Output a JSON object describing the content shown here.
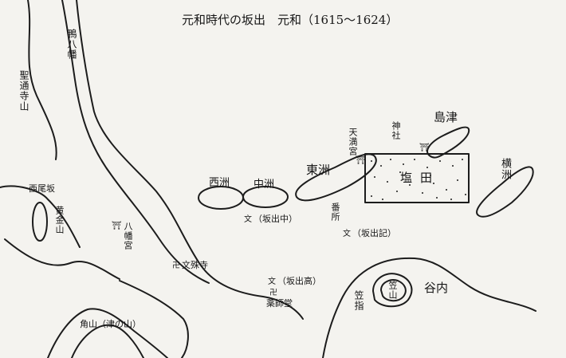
{
  "title": "元和時代の坂出　元和（1615〜1624）",
  "labels": {
    "hokkesha": "鴨八幡",
    "shoten_yama": "聖通寺山",
    "nishi_kita": "西尾坂",
    "nishi_ura": "西洲",
    "naka_su": "中洲",
    "higashi_su": "東洲",
    "shioda": "塩田",
    "shimazu": "島津",
    "jinja": "神社",
    "tenmangu": "天満宮",
    "yokosu": "横洲",
    "kogane": "黄金山",
    "hachiman": "八幡宮",
    "sakade_naka": "（坂出中）",
    "sakade_ichi": "（坂出記）",
    "bandai": "（坂出高）",
    "tsugami": "番所",
    "ji_1": "文殊寺",
    "yakushi": "薬師堂",
    "kadoyama": "角山（津の山）",
    "kasayama": "笠山",
    "tani_uchi": "谷内",
    "kasayubi": "笠指"
  },
  "symbols": {
    "shrine": "⛩",
    "temple": "卍",
    "school": "文"
  }
}
